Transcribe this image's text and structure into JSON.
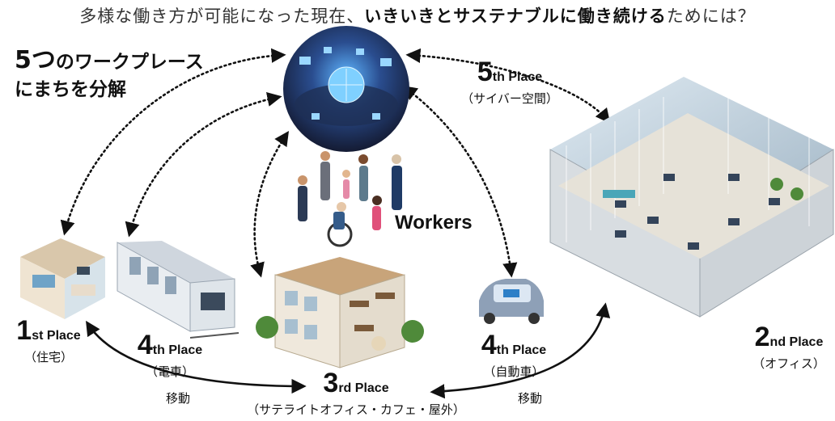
{
  "title": {
    "prefix": "多様な働き方が可能になった現在、",
    "emphasis": "いきいきとサステナブルに働き続ける",
    "suffix": "ためには？"
  },
  "subtitle": {
    "num": "5つ",
    "line1": "のワークプレース",
    "line2": "にまちを分解"
  },
  "places": {
    "p5": {
      "num": "5",
      "suffix": "th Place",
      "sub": "（サイバー空間）"
    },
    "p1": {
      "num": "1",
      "suffix": "st Place",
      "sub": "（住宅）"
    },
    "p4a": {
      "num": "4",
      "suffix": "th Place",
      "sub": "（電車）"
    },
    "p3": {
      "num": "3",
      "suffix": "rd Place",
      "sub": "（サテライトオフィス・カフェ・屋外）"
    },
    "p4b": {
      "num": "4",
      "suffix": "th Place",
      "sub": "（自動車）"
    },
    "p2": {
      "num": "2",
      "suffix": "nd Place",
      "sub": "（オフィス）"
    }
  },
  "workers": "Workers",
  "move_left": "移動",
  "move_right": "移動"
}
